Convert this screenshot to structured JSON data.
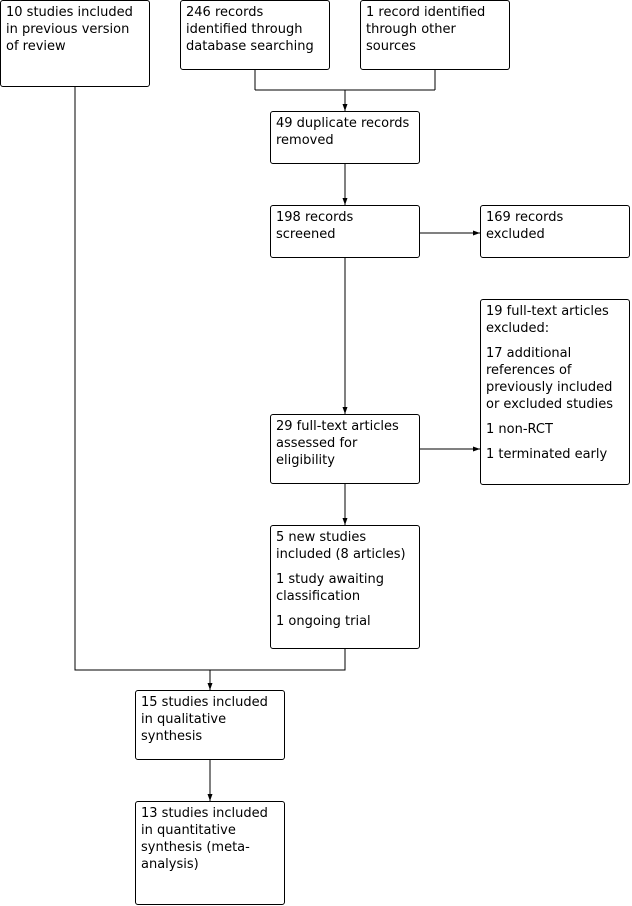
{
  "boxes": {
    "previous_review": [
      "10 studies included in previous version of review"
    ],
    "database": [
      "246 records identified through database searching"
    ],
    "other_sources": [
      "1 record identified through other sources"
    ],
    "duplicates": [
      "49 duplicate records removed"
    ],
    "screened": [
      "198 records screened"
    ],
    "excluded": [
      "169 records excluded"
    ],
    "fulltext_assessed": [
      "29 full-text articles assessed for eligibility"
    ],
    "fulltext_excluded": [
      "19 full-text articles excluded:",
      "17 additional references of previously included or excluded studies",
      "1 non-RCT",
      "1 terminated early"
    ],
    "new_studies": [
      "5 new studies included (8 articles)",
      "1 study awaiting classification",
      "1 ongoing trial"
    ],
    "qualitative": [
      "15 studies included in qualitative synthesis"
    ],
    "quantitative": [
      "13 studies included in quantitative synthesis (meta-analysis)"
    ]
  },
  "colors": {
    "line": "#000000",
    "box_border": "#000000",
    "background": "#ffffff"
  }
}
